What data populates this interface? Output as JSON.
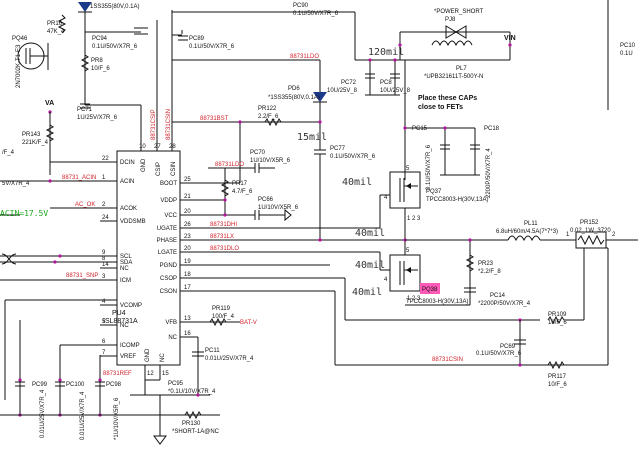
{
  "ic": {
    "ref": "PU4",
    "part": "ISL88731A",
    "left_pins": [
      {
        "num": "22",
        "name": "DCIN"
      },
      {
        "num": "1",
        "name": "ACIN"
      },
      {
        "num": "2",
        "name": "ACOK"
      },
      {
        "num": "24",
        "name": "VDDSMB"
      },
      {
        "num": "9",
        "name": "SCL"
      },
      {
        "num": "8",
        "name": "SDA"
      },
      {
        "num": "14",
        "name": "NC"
      },
      {
        "num": "3",
        "name": "ICM"
      },
      {
        "num": "4",
        "name": "VCOMP"
      },
      {
        "num": "5",
        "name": "NC"
      },
      {
        "num": "6",
        "name": "ICOMP"
      },
      {
        "num": "7",
        "name": "VREF"
      }
    ],
    "right_pins": [
      {
        "num": "25",
        "name": "BOOT"
      },
      {
        "num": "21",
        "name": "VDDP"
      },
      {
        "num": "20",
        "name": "VCC"
      },
      {
        "num": "26",
        "name": "UGATE"
      },
      {
        "num": "23",
        "name": "PHASE"
      },
      {
        "num": "20",
        "name": "LGATE"
      },
      {
        "num": "19",
        "name": "PGND"
      },
      {
        "num": "18",
        "name": "CSOP"
      },
      {
        "num": "17",
        "name": "CSON"
      },
      {
        "num": "13",
        "name": "VFB"
      },
      {
        "num": "16",
        "name": "NC"
      }
    ],
    "top_pins": [
      {
        "num": "10",
        "name": "GND"
      },
      {
        "num": "27",
        "name": "CSIP"
      },
      {
        "num": "28",
        "name": "CSIN"
      }
    ],
    "bottom_pins": [
      {
        "num": "12",
        "name": "GND"
      },
      {
        "num": "15",
        "name": "NC"
      }
    ]
  },
  "nets": {
    "acin": "88731_ACIN",
    "acok": "AC_OK",
    "ldo_top": "88731LDO",
    "ldo_mid": "88731LDO",
    "bst": "88731BST",
    "dhi": "88731DHI",
    "lx": "88731LX",
    "dlo": "88731DLO",
    "snp": "88731_SNP",
    "csip": "88731CSIP",
    "csin_v": "88731CSIN",
    "csin": "88731CSIN",
    "vref": "88731REF",
    "batv": "BAT-V",
    "vin": "VIN",
    "va": "VA"
  },
  "components": {
    "pr16": {
      "ref": "PR16",
      "val": "47K_4"
    },
    "pq46": {
      "ref": "PQ46",
      "val": "2N7002K-T1-E3"
    },
    "pr8": {
      "ref": "PR8",
      "val": "10/F_6"
    },
    "pc94": {
      "ref": "PC94",
      "val": "0.1U/50V/X7R_6"
    },
    "pc89": {
      "ref": "PC89",
      "val": "0.1U/50V/X7R_6"
    },
    "pc90": {
      "ref": "PC90",
      "val": "0.1U/50V/X7R_6"
    },
    "pd6": {
      "ref": "PD6",
      "val": "*1SS355(80V,0.1A)"
    },
    "pd_top": {
      "val": "1SS355(80V,0.1A)"
    },
    "pc71": {
      "ref": "PC71",
      "val": "1U/25V/X7R_6"
    },
    "pr143": {
      "ref": "PR143",
      "val": "221K/F_4"
    },
    "pr122": {
      "ref": "PR122",
      "val": "2.2/F_6"
    },
    "pc72": {
      "ref": "PC72",
      "val": "10U/25V_8"
    },
    "pc8": {
      "ref": "PC8",
      "val": "10U/25V_8"
    },
    "pc77": {
      "ref": "PC77",
      "val": "0.1U/50V/X7R_6"
    },
    "pc70": {
      "ref": "PC70",
      "val": "1U/10V/X5R_6"
    },
    "pr17": {
      "ref": "PR17",
      "val": "4.7/F_6"
    },
    "pc66": {
      "ref": "PC66",
      "val": "1U/10V/X5R_6"
    },
    "pj8": {
      "ref": "PJ8",
      "val": "*POWER_SHORT"
    },
    "pl7": {
      "ref": "PL7",
      "val": "*UPB321611T-500Y-N"
    },
    "pc10": {
      "ref": "PC10",
      "val": "0.1U"
    },
    "pc15": {
      "ref": "PC15",
      "val": "0.1U/50V/X7R_6"
    },
    "pc18": {
      "ref": "PC18",
      "val": "2200P/50V/X7R_4"
    },
    "pq37": {
      "ref": "PQ37",
      "val": "TPCC8003-H(30V,13A)"
    },
    "pq38": {
      "ref": "PQ38",
      "val": "TPCC8003-H(30V,13A)"
    },
    "pl11": {
      "ref": "PL11",
      "val": "6.8uH/60m/4.5A(7*7*3)"
    },
    "pr152": {
      "ref": "PR152",
      "val": "0.02_1W_3720"
    },
    "pr23": {
      "ref": "PR23",
      "val": "*2.2/F_8"
    },
    "pc14": {
      "ref": "PC14",
      "val": "*2200P/50V/X7R_4"
    },
    "pr109": {
      "ref": "PR109",
      "val": "10/F_6"
    },
    "pc69": {
      "ref": "PC69",
      "val": "0.1U/50V/X7R_6"
    },
    "pr117": {
      "ref": "PR117",
      "val": "10/F_6"
    },
    "pr119": {
      "ref": "PR119",
      "val": "100/F_4"
    },
    "pc11": {
      "ref": "PC11",
      "val": "0.01U/25V/X7R_4"
    },
    "pc95": {
      "ref": "PC95",
      "val": "*0.1U/10V/X7R_4"
    },
    "pr130": {
      "ref": "PR130",
      "val": "*SHORT-1A@NC"
    },
    "pc99": {
      "ref": "PC99",
      "val": "0.01U/25V/X7R_4"
    },
    "pc100": {
      "ref": "PC100",
      "val": "0.01U/25V/X7R_4"
    },
    "pc98": {
      "ref": "PC98",
      "val": "*1U/10V/X5R_6"
    },
    "left_r": {
      "val": "5V/X7R_4"
    },
    "left_r2": {
      "val": "/F_4"
    }
  },
  "trace_widths": {
    "t1": "120mil",
    "t2": "15mil",
    "t3": "40mil",
    "t4": "40mil",
    "t5": "40mil",
    "t6": "40mil"
  },
  "notes": {
    "place_caps": [
      "Place these CAPs",
      "close to FETs"
    ],
    "acin_limit": "ACIN=17.5V"
  },
  "highlight_color": "#ff5ab8",
  "wire_color": "#111111",
  "dot_color": "#b0159a"
}
